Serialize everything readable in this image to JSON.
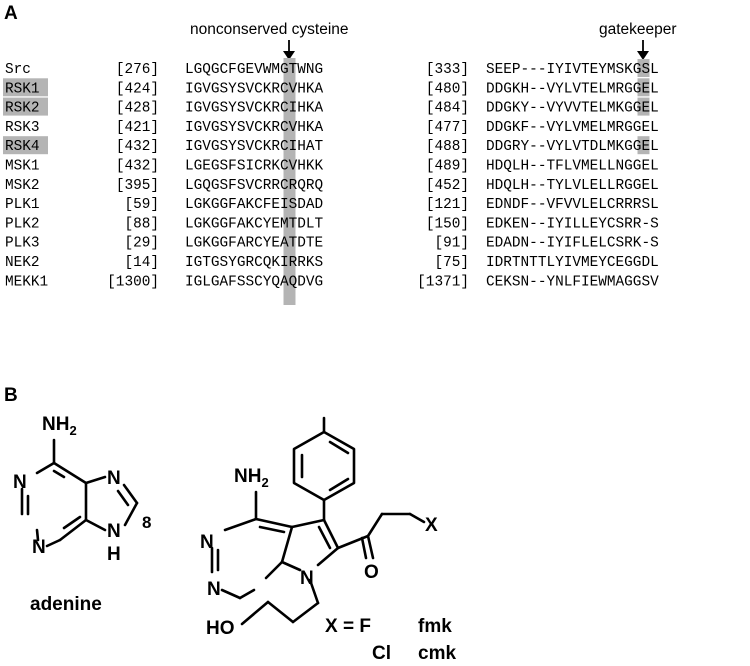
{
  "panel_a": {
    "label": "A",
    "header_cysteine": "nonconserved cysteine",
    "header_gatekeeper": "gatekeeper",
    "rows": [
      {
        "name": "Src",
        "highlight": false,
        "pos1": "[276]",
        "seq1": "LGQGCFGEVWMGTWNG",
        "pos2": "[333]",
        "seq2": "SEEP---IYIVTEYMSKGSL",
        "gk": true
      },
      {
        "name": "RSK1",
        "highlight": true,
        "pos1": "[424]",
        "seq1": "IGVGSYSVCKRCVHKA",
        "pos2": "[480]",
        "seq2": "DDGKH--VYLVTELMRGGEL",
        "gk": true
      },
      {
        "name": "RSK2",
        "highlight": true,
        "pos1": "[428]",
        "seq1": "IGVGSYSVCKRCIHKA",
        "pos2": "[484]",
        "seq2": "DDGKY--VYVVTELMKGGEL",
        "gk": true
      },
      {
        "name": "RSK3",
        "highlight": false,
        "pos1": "[421]",
        "seq1": "IGVGSYSVCKRCVHKA",
        "pos2": "[477]",
        "seq2": "DDGKF--VYLVMELMRGGEL",
        "gk": false
      },
      {
        "name": "RSK4",
        "highlight": true,
        "pos1": "[432]",
        "seq1": "IGVGSYSVCKRCIHAT",
        "pos2": "[488]",
        "seq2": "DDGRY--VYLVTDLMKGGEL",
        "gk": true
      },
      {
        "name": "MSK1",
        "highlight": false,
        "pos1": "[432]",
        "seq1": "LGEGSFSICRKCVHKK",
        "pos2": "[489]",
        "seq2": "HDQLH--TFLVMELLNGGEL",
        "gk": false
      },
      {
        "name": "MSK2",
        "highlight": false,
        "pos1": "[395]",
        "seq1": "LGQGSFSVCRRCRQRQ",
        "pos2": "[452]",
        "seq2": "HDQLH--TYLVLELLRGGEL",
        "gk": false
      },
      {
        "name": "PLK1",
        "highlight": false,
        "pos1": "[59]",
        "seq1": "LGKGGFAKCFEISDAD",
        "pos2": "[121]",
        "seq2": "EDNDF--VFVVLELCRRRSL",
        "gk": false
      },
      {
        "name": "PLK2",
        "highlight": false,
        "pos1": "[88]",
        "seq1": "LGKGGFAKCYEMTDLT",
        "pos2": "[150]",
        "seq2": "EDKEN--IYILLEYCSRR-S",
        "gk": false
      },
      {
        "name": "PLK3",
        "highlight": false,
        "pos1": "[29]",
        "seq1": "LGKGGFARCYEATDTE",
        "pos2": "[91]",
        "seq2": "EDADN--IYIFLELCSRK-S",
        "gk": false
      },
      {
        "name": "NEK2",
        "highlight": false,
        "pos1": "[14]",
        "seq1": "IGTGSYGRCQKIRRKS",
        "pos2": "[75]",
        "seq2": "IDRTNTTLYIVMEYCEGGDL",
        "gk": false
      },
      {
        "name": "MEKK1",
        "highlight": false,
        "pos1": "[1300]",
        "seq1": "IGLGAFSSCYQAQDVG",
        "pos2": "[1371]",
        "seq2": "CEKSN--YNLFIEWMAGGSV",
        "gk": false
      }
    ],
    "colors": {
      "highlight": "#b4b4b4"
    }
  },
  "panel_b": {
    "label": "B",
    "adenine": {
      "nh2": "NH",
      "nh2_sub": "2",
      "n_top_left": "N",
      "n_bottom_left": "N",
      "n7": "N",
      "n9": "N",
      "h9": "H",
      "c8": "8",
      "name": "adenine"
    },
    "inhibitor": {
      "nh2": "NH",
      "nh2_sub": "2",
      "n_a": "N",
      "n_b": "N",
      "n_ring": "N",
      "o": "O",
      "x": "X",
      "ho": "HO"
    },
    "legend": {
      "line1_left": "X = F",
      "line1_right": "fmk",
      "line2_left": "Cl",
      "line2_right": "cmk"
    }
  }
}
